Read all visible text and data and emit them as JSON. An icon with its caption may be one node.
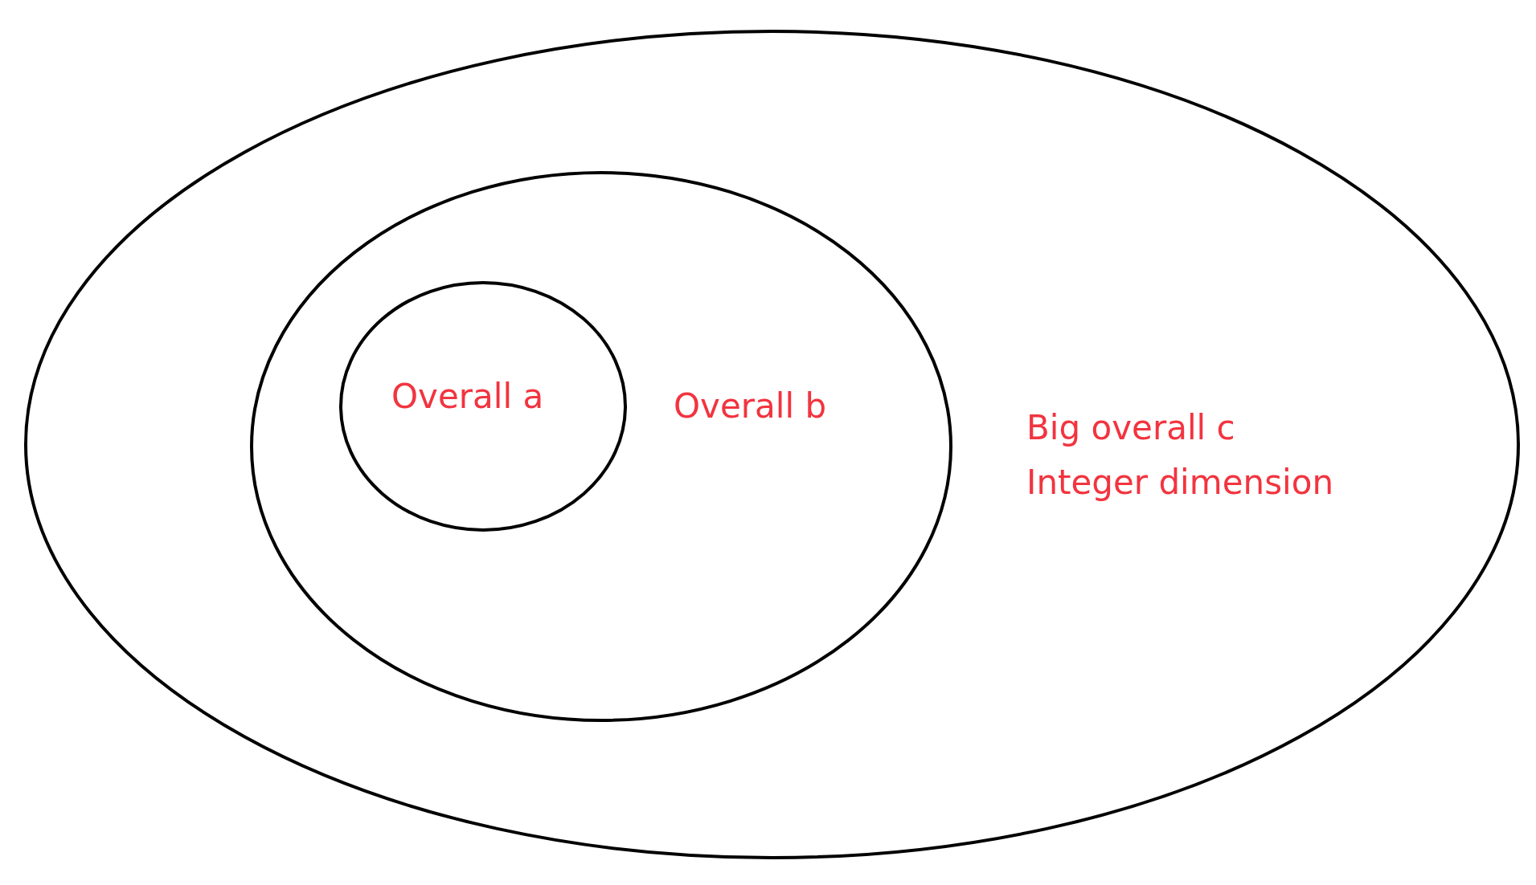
{
  "diagram": {
    "nodes": [
      {
        "text": [
          "Big overall c",
          "Integer dimension"
        ]
      },
      {
        "text": [
          "Overall b"
        ],
        "in": 0
      },
      {
        "text": [
          "Overall a"
        ],
        "in": 1
      }
    ]
  }
}
